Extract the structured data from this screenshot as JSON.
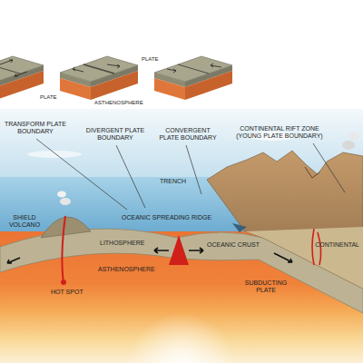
{
  "diagram": {
    "labels": [
      "PLATE",
      "PLATE",
      "ASTHENOSPHERE",
      "TRANSFORM PLATE BOUNDARY",
      "DIVERGENT PLATE BOUNDARY",
      "CONVERGENT PLATE BOUNDARY",
      "CONTINENTAL RIFT ZONE (YOUNG PLATE BOUNDARY)",
      "TRENCH",
      "SHIELD VOLCANO",
      "OCEANIC SPREADING RIDGE",
      "LITHOSPHERE",
      "OCEANIC CRUST",
      "CONTINENTAL",
      "ASTHENOSPHERE",
      "SUBDUCTING PLATE",
      "HOT SPOT"
    ]
  }
}
